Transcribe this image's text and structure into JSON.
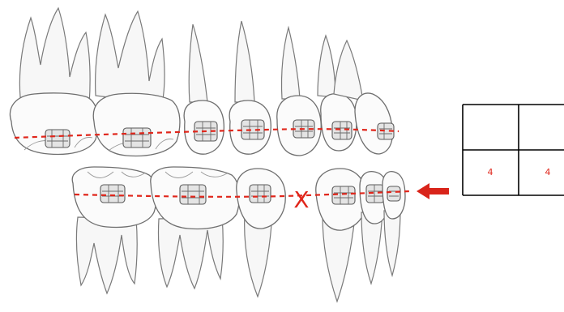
{
  "extraction_mark": {
    "text": "X",
    "color": "#e0261b"
  },
  "archwire_color": "#e0261b",
  "arrow": {
    "icon": "left-arrow-icon",
    "color": "#d9241a"
  },
  "tooth_chart": {
    "cells": [
      {
        "position": "top-left",
        "value": ""
      },
      {
        "position": "top-right",
        "value": ""
      },
      {
        "position": "bottom-left",
        "value": "4"
      },
      {
        "position": "bottom-right",
        "value": "4"
      }
    ],
    "text_color": "#e0261b"
  }
}
